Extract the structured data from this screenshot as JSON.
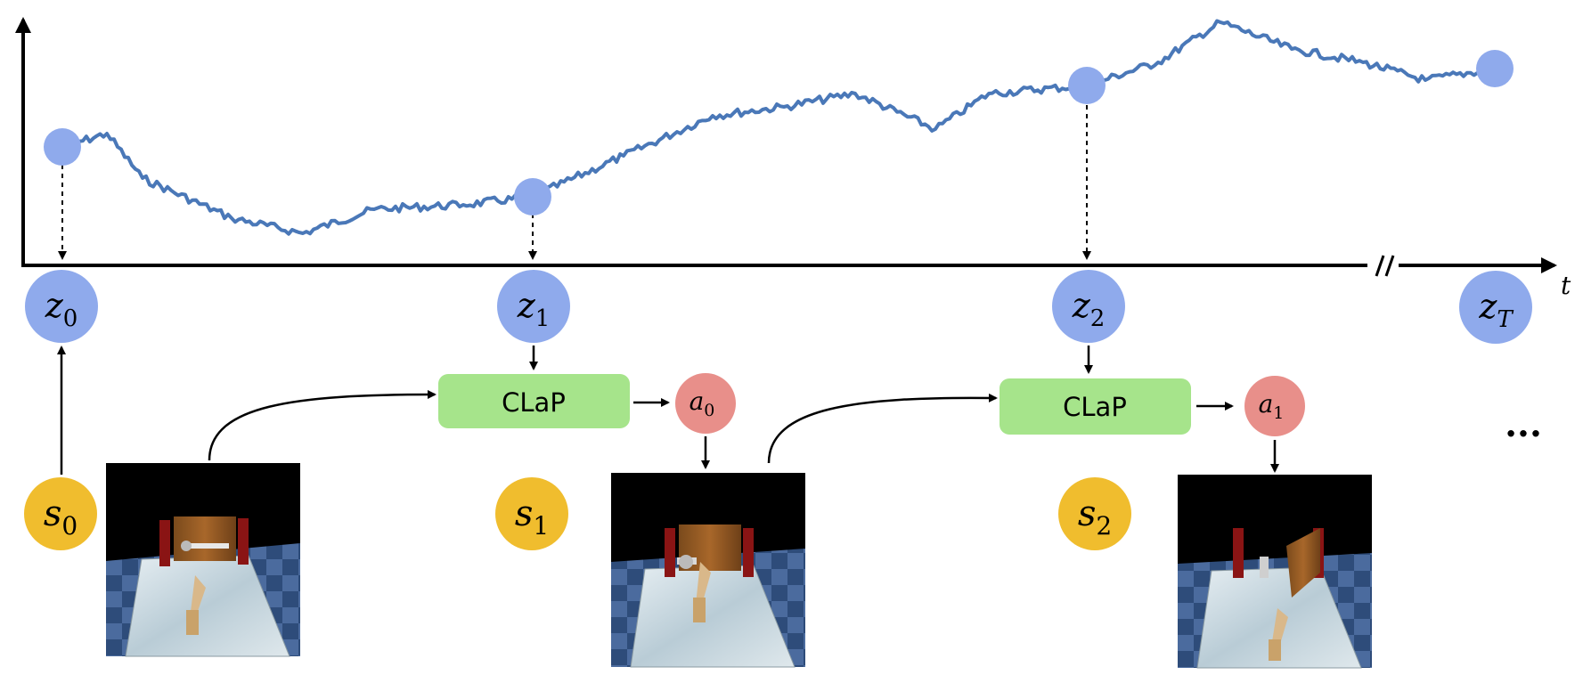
{
  "axis": {
    "t_label": "t"
  },
  "latent_nodes": [
    {
      "base": "z",
      "sub": "0"
    },
    {
      "base": "z",
      "sub": "1"
    },
    {
      "base": "z",
      "sub": "2"
    },
    {
      "base": "z",
      "sub": "T"
    }
  ],
  "state_nodes": [
    {
      "base": "s",
      "sub": "0"
    },
    {
      "base": "s",
      "sub": "1"
    },
    {
      "base": "s",
      "sub": "2"
    }
  ],
  "action_nodes": [
    {
      "base": "a",
      "sub": "0"
    },
    {
      "base": "a",
      "sub": "1"
    }
  ],
  "clap_boxes": [
    "CLaP",
    "CLaP"
  ],
  "ellipsis": "...",
  "colors": {
    "latent": "#8faaec",
    "state": "#f0bd2e",
    "action": "#e88f8a",
    "clap": "#a6e48b",
    "curve": "#4a78b8",
    "axis": "#000000"
  },
  "icons": [
    "robot-hand-scene-image"
  ]
}
